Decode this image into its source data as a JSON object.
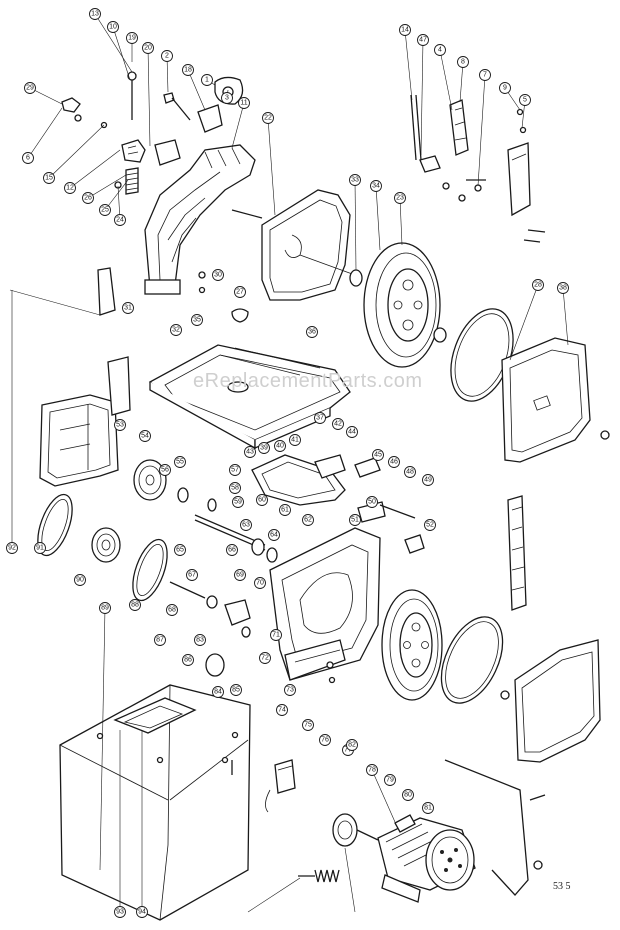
{
  "diagram": {
    "watermark": "eReplacementParts.com",
    "corner_mark": "53 5",
    "callout_numbers": [
      "13",
      "10",
      "19",
      "20",
      "2",
      "18",
      "1",
      "3",
      "11",
      "22",
      "29",
      "14",
      "47",
      "4",
      "8",
      "7",
      "9",
      "5",
      "6",
      "15",
      "12",
      "26",
      "25",
      "24",
      "31",
      "32",
      "27",
      "30",
      "35",
      "36",
      "33",
      "34",
      "23",
      "28",
      "38",
      "37",
      "42",
      "41",
      "40",
      "39",
      "43",
      "44",
      "45",
      "46",
      "48",
      "49",
      "50",
      "51",
      "52",
      "53",
      "54",
      "55",
      "56",
      "57",
      "58",
      "59",
      "60",
      "61",
      "62",
      "63",
      "64",
      "65",
      "66",
      "67",
      "68",
      "69",
      "70",
      "71",
      "72",
      "73",
      "74",
      "75",
      "76",
      "77",
      "78",
      "79",
      "80",
      "81",
      "82",
      "83",
      "84",
      "85",
      "86",
      "87",
      "88",
      "89",
      "90",
      "91",
      "92",
      "93",
      "94"
    ]
  }
}
